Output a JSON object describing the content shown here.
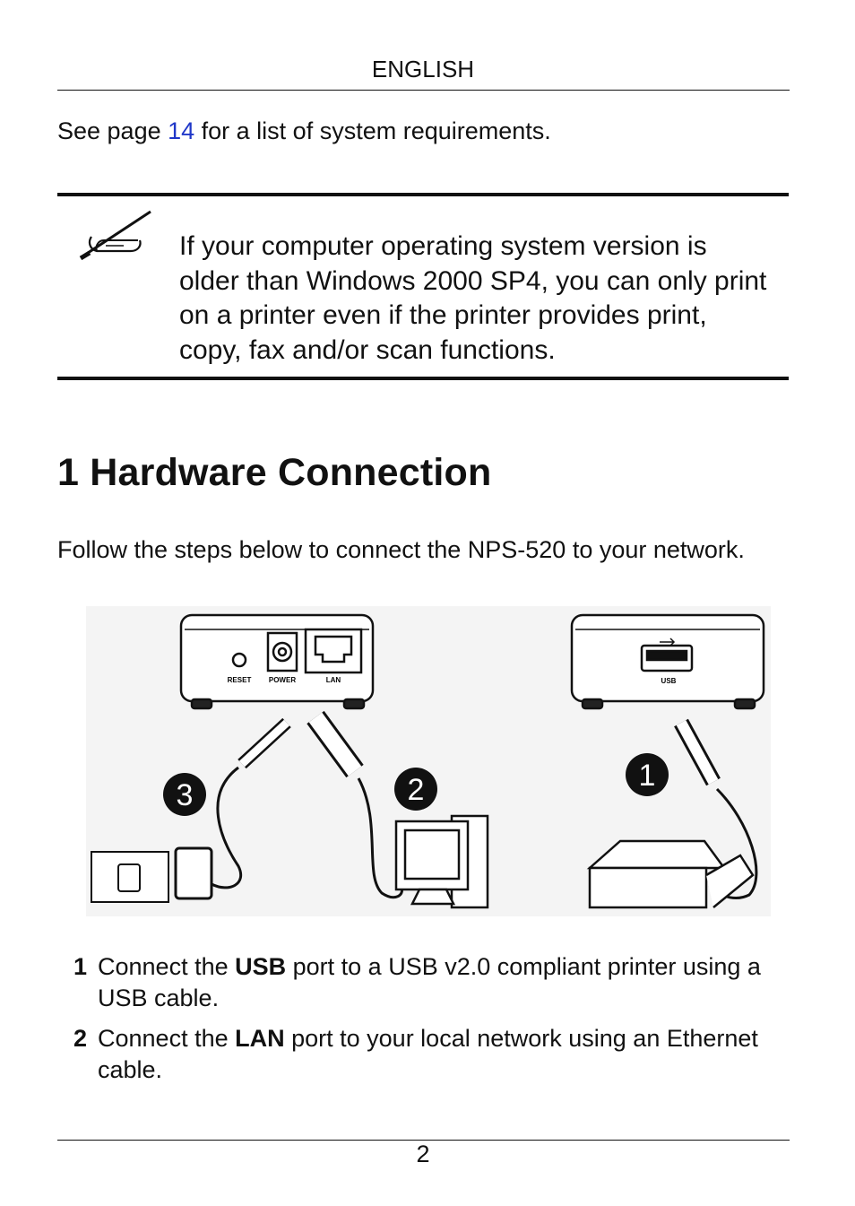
{
  "header": {
    "language": "ENGLISH"
  },
  "intro": {
    "prefix": "See page ",
    "link": "14",
    "suffix": " for a list of system requirements."
  },
  "note": {
    "icon": "pencil-note-icon",
    "text": "If your computer operating system version is older than Windows 2000 SP4, you can only print on a printer even if the printer provides print, copy, fax and/or scan functions."
  },
  "section": {
    "title": "1 Hardware Connection",
    "intro": "Follow the steps below to connect the NPS-520 to your network."
  },
  "figure": {
    "port_labels": {
      "reset": "RESET",
      "power": "POWER",
      "lan": "LAN",
      "usb": "USB"
    },
    "step_markers": [
      "1",
      "2",
      "3"
    ]
  },
  "steps": [
    {
      "num": "1",
      "before": "Connect the ",
      "bold": "USB",
      "after": " port to a USB v2.0 compliant printer using a USB cable."
    },
    {
      "num": "2",
      "before": "Connect the ",
      "bold": "LAN",
      "after": " port to your local network using an Ethernet cable."
    }
  ],
  "footer": {
    "page_number": "2"
  }
}
